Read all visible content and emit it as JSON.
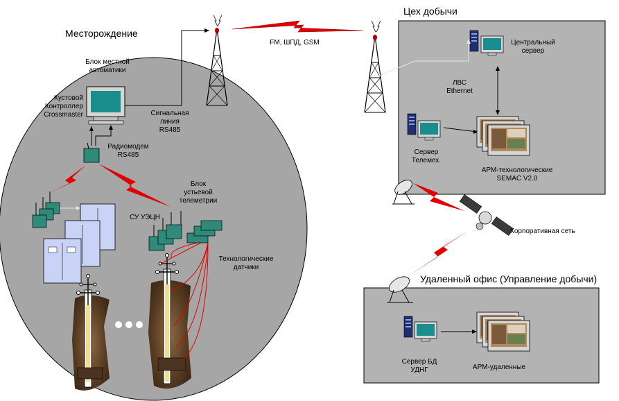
{
  "field": {
    "title": "Месторождение",
    "local_automation": "Блок местной\nавтоматики",
    "cluster_controller": "Кустовой\nКонтроллер\nCrossmaster",
    "signal_line": "Сигнальная\nлиния\nRS485",
    "radiomodem": "Радиомодем\nRS485",
    "wellhead_telemetry": "Блок\nустьевой\nтелеметрии",
    "esp_control": "СУ УЭЦН",
    "sensors": "Технологические\nдатчики"
  },
  "radio_link": {
    "label": "FM, ШПД, GSM"
  },
  "production_shop": {
    "title": "Цех добычи",
    "central_server": "Центральный\nсервер",
    "lan": "ЛВС\nEthernet",
    "telemetry_server": "Сервер\nТелемех.",
    "workstation": "АРМ-технологические\nSEMAC  V2.0"
  },
  "satellite": {
    "label": "Корпоративная сеть"
  },
  "remote_office": {
    "title": "Удаленный офис (Управление добычи)",
    "db_server": "Сервер БД\nУДНГ",
    "remote_workstations": "АРМ-удаленные"
  },
  "colors": {
    "field_fill": "#a6a6a6",
    "box_fill": "#b3b3b3",
    "device_teal": "#2e8b7a",
    "cabinet_blue": "#c9d3f5",
    "radio_red": "#e00000",
    "soil_brown": "#6b4a2a"
  }
}
